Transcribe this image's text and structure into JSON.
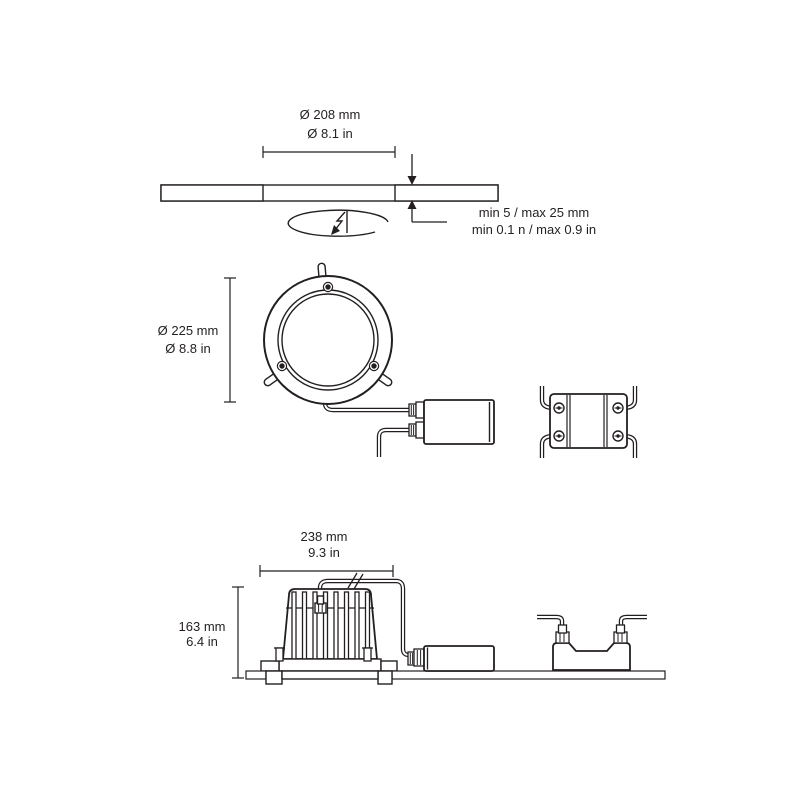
{
  "colors": {
    "line": "#231f20",
    "background": "#ffffff"
  },
  "views": {
    "ceiling_cutout": {
      "cutout_diameter_mm": "Ø 208 mm",
      "cutout_diameter_in": "Ø 8.1 in",
      "ceiling_thickness_mm": "min 5 / max 25 mm",
      "ceiling_thickness_in": "min 0.1 n / max 0.9 in"
    },
    "front": {
      "outer_diameter_mm": "Ø 225 mm",
      "outer_diameter_in": "Ø 8.8 in"
    },
    "side": {
      "width_mm": "238 mm",
      "width_in": "9.3 in",
      "height_mm": "163 mm",
      "height_in": "6.4 in"
    }
  },
  "icons": {
    "rotate_lock": "twist-rotation-arrow"
  }
}
